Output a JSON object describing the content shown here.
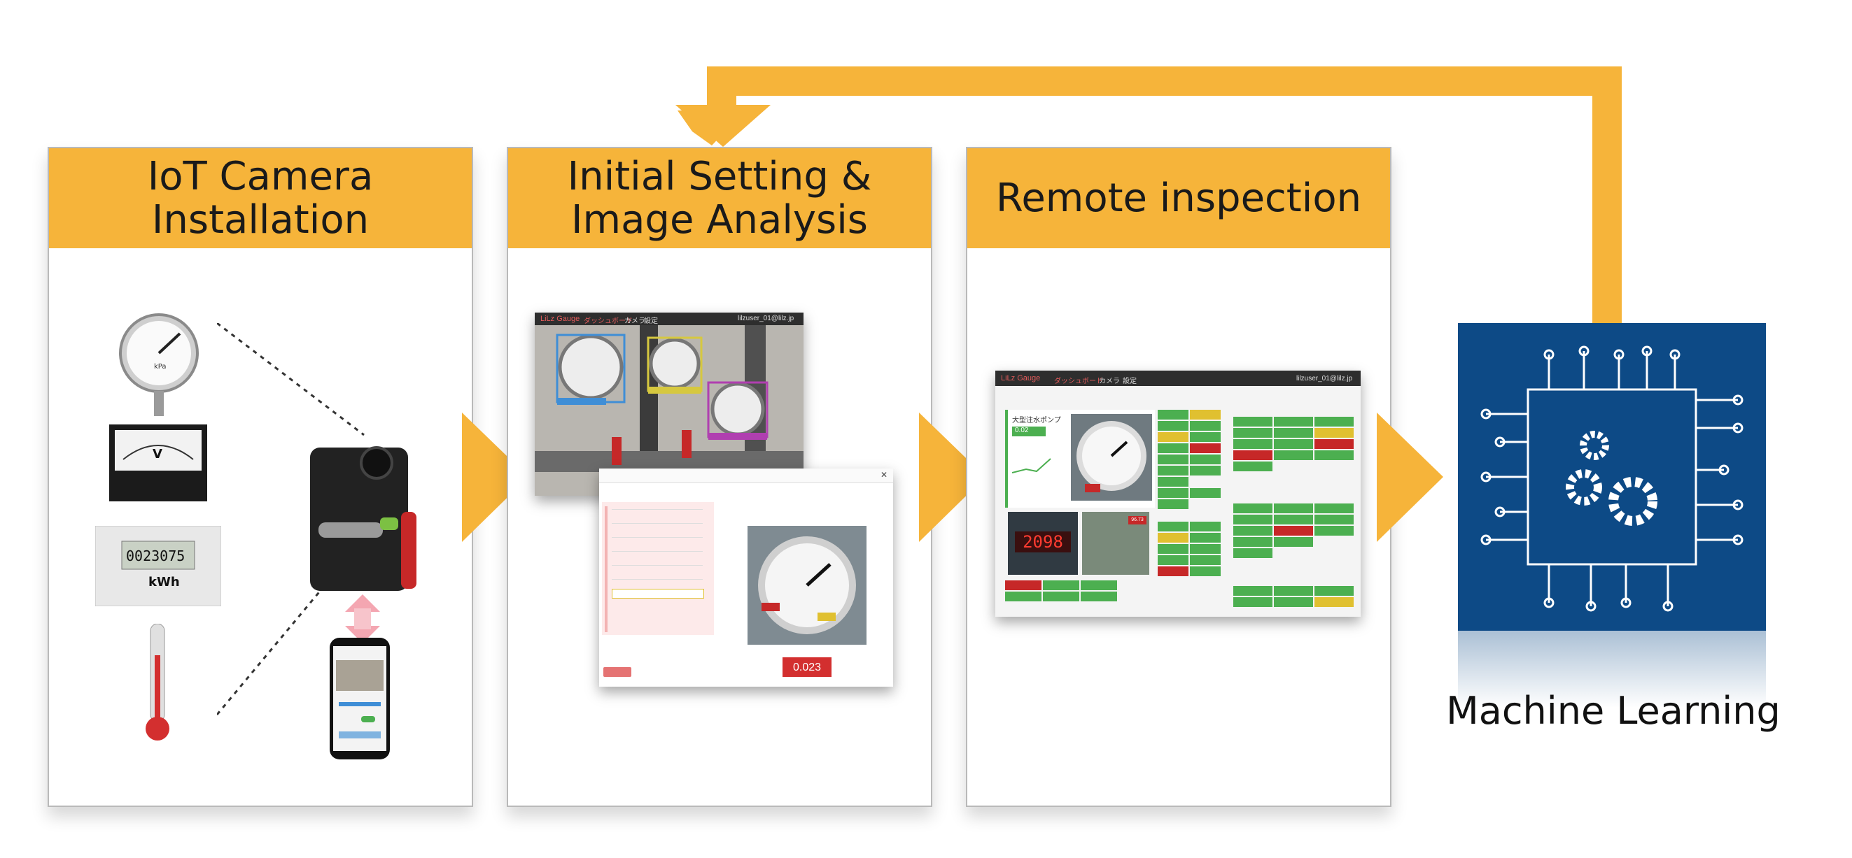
{
  "panels": [
    {
      "title": "IoT Camera\nInstallation"
    },
    {
      "title": "Initial Setting &\nImage Analysis"
    },
    {
      "title": "Remote inspection"
    }
  ],
  "gauge_unit": "kPa",
  "meter_unit": "V",
  "kwh_reading": "0023075",
  "kwh_unit": "kWh",
  "app_brand": "LiLz Gauge",
  "app_nav": [
    "ダッシュボード",
    "カメラ",
    "設定"
  ],
  "app_user": "lilzuser_01@lilz.jp",
  "analysis_dialog": {
    "value": "0.023"
  },
  "remote": {
    "widget_title": "大型注水ポンプ",
    "widget_value": "0.02",
    "big_reading": "2098",
    "small_reading": "96.73"
  },
  "ml_label": "Machine Learning",
  "colors": {
    "accent": "#f6b43a",
    "ml_blue": "#0d4a86",
    "tile_green": "#4caf50",
    "tile_red": "#c62828",
    "tile_yellow": "#e0c030"
  }
}
